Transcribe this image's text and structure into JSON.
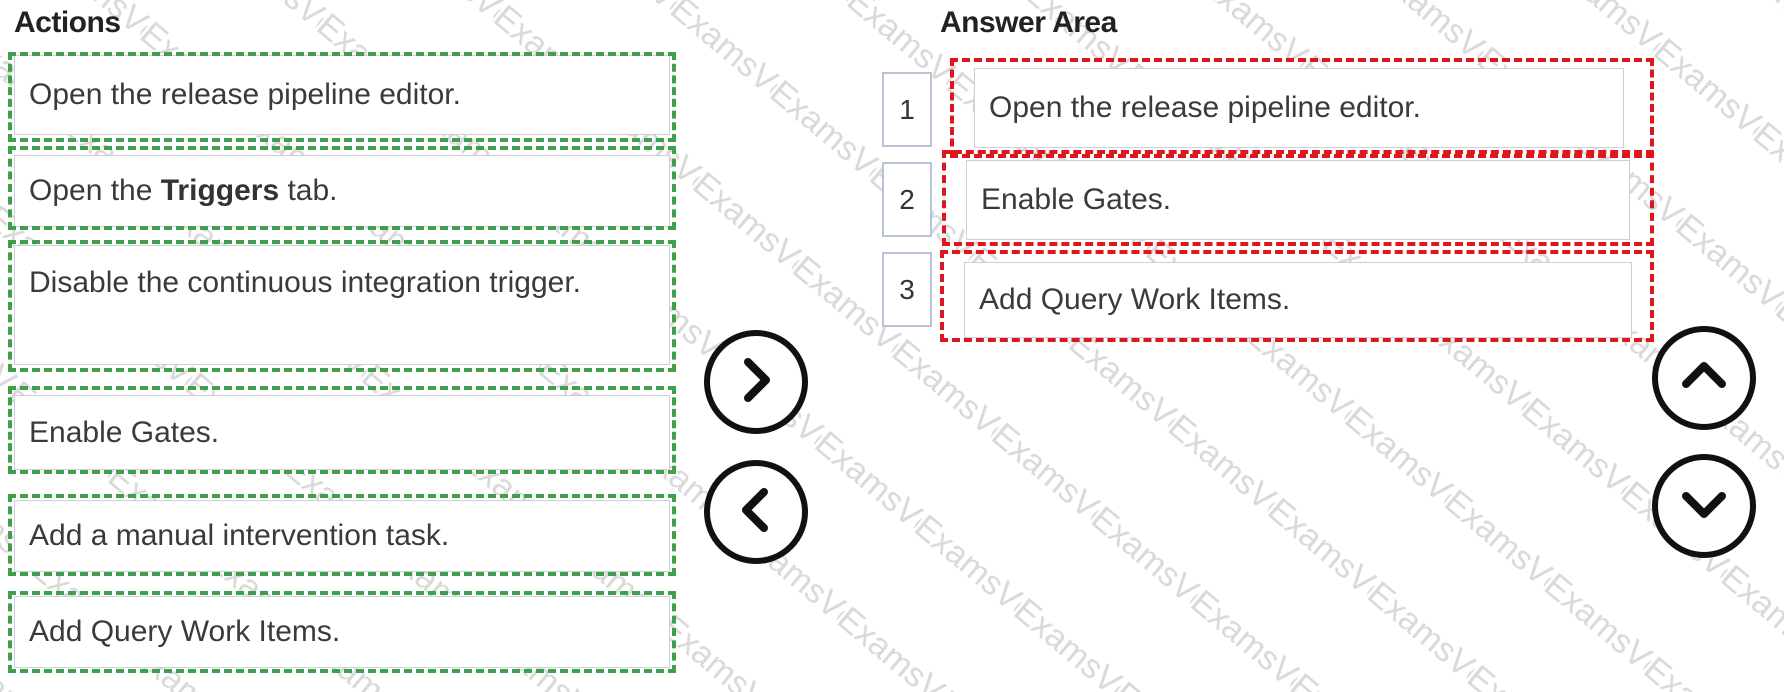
{
  "actions": {
    "heading": "Actions",
    "items": [
      {
        "label": "Open the release pipeline editor."
      },
      {
        "pre": "Open the ",
        "bold": "Triggers",
        "post": " tab."
      },
      {
        "label": "Disable the continuous integration trigger."
      },
      {
        "label": "Enable Gates."
      },
      {
        "label": "Add a manual intervention task."
      },
      {
        "label": "Add Query Work Items."
      }
    ]
  },
  "answer": {
    "heading": "Answer Area",
    "items": [
      {
        "number": "1",
        "label": "Open the release pipeline editor."
      },
      {
        "number": "2",
        "label": "Enable Gates."
      },
      {
        "number": "3",
        "label": "Add Query Work Items."
      }
    ]
  },
  "controls": {
    "move_right_icon": "chevron-right-icon",
    "move_left_icon": "chevron-left-icon",
    "move_up_icon": "chevron-up-icon",
    "move_down_icon": "chevron-down-icon"
  },
  "colors": {
    "action_highlight": "#3fa04a",
    "answer_highlight": "#e0161e",
    "watermark": "#d9d9d9"
  },
  "watermark": "ExamsVce"
}
